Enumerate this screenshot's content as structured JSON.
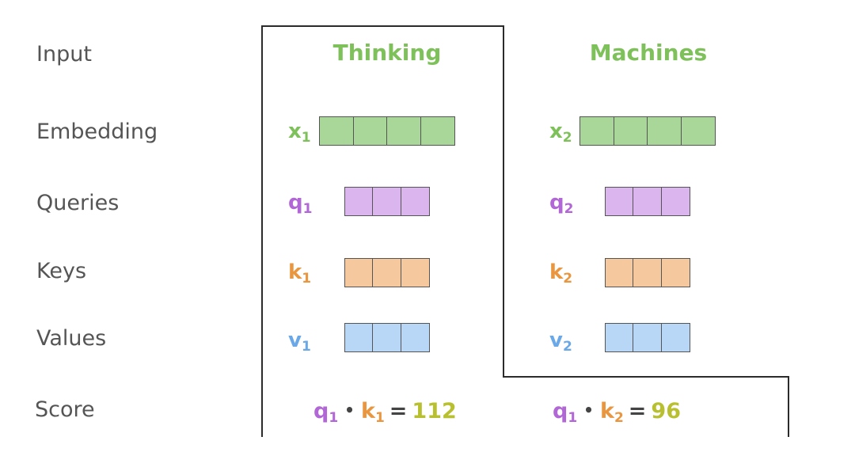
{
  "row_labels": {
    "input": "Input",
    "embedding": "Embedding",
    "queries": "Queries",
    "keys": "Keys",
    "values": "Values",
    "score": "Score"
  },
  "colors": {
    "embedding": "#a9d79a",
    "query": "#dbb6ee",
    "key": "#f6c89e",
    "value": "#b8d6f6",
    "word": "#7ec15a",
    "score_value": "#b8c030"
  },
  "words": [
    {
      "word": "Thinking",
      "x_sym": "x",
      "x_sub": "1",
      "q_sym": "q",
      "q_sub": "1",
      "k_sym": "k",
      "k_sub": "1",
      "v_sym": "v",
      "v_sub": "1",
      "score_q": "q",
      "score_q_sub": "1",
      "score_dot": "•",
      "score_k": "k",
      "score_k_sub": "1",
      "score_eq": "=",
      "score_value": "112"
    },
    {
      "word": "Machines",
      "x_sym": "x",
      "x_sub": "2",
      "q_sym": "q",
      "q_sub": "2",
      "k_sym": "k",
      "k_sub": "2",
      "v_sym": "v",
      "v_sub": "2",
      "score_q": "q",
      "score_q_sub": "1",
      "score_dot": "•",
      "score_k": "k",
      "score_k_sub": "2",
      "score_eq": "=",
      "score_value": "96"
    }
  ],
  "vector_dims": {
    "embedding": 4,
    "query": 3,
    "key": 3,
    "value": 3
  }
}
